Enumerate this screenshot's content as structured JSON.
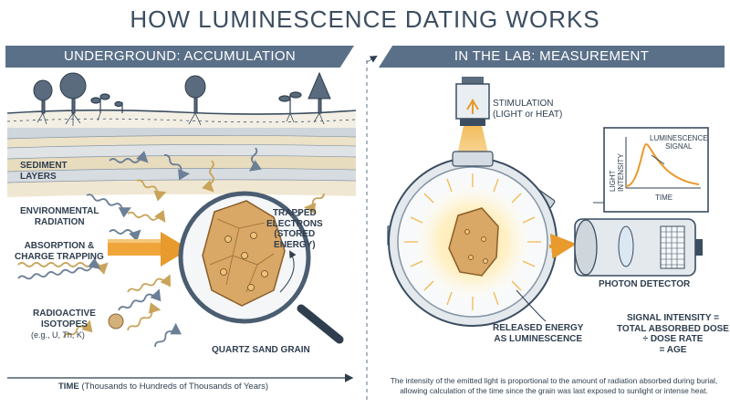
{
  "title": "HOW LUMINESCENCE DATING WORKS",
  "left_panel": {
    "banner": "UNDERGROUND: ACCUMULATION",
    "sediment_layers": "SEDIMENT\nLAYERS",
    "environmental_radiation": "ENVIRONMENTAL\nRADIATION",
    "absorption": "ABSORPTION &\nCHARGE TRAPPING",
    "radioactive_isotopes": "RADIOACTIVE\nISOTOPES",
    "isotopes_example": "(e.g., U, Th, K)",
    "trapped_electrons": "TRAPPED\nELECTRONS\n(STORED\nENERGY)",
    "quartz_grain": "QUARTZ SAND GRAIN",
    "time_label": "TIME",
    "time_detail": "(Thousands to Hundreds of Thousands of Years)"
  },
  "right_panel": {
    "banner": "IN THE LAB: MEASUREMENT",
    "stimulation": "STIMULATION\n(LIGHT or HEAT)",
    "light_intensity": "LIGHT INTENSITY",
    "luminescence_signal": "LUMINESCENCE\nSIGNAL",
    "time_axis": "TIME",
    "photon_detector": "PHOTON DETECTOR",
    "released_energy": "RELEASED ENERGY\nAS LUMINESCENCE",
    "equation": "SIGNAL INTENSITY =\nTOTAL ABSORBED DOSE\n÷ DOSE RATE\n= AGE",
    "footnote": "The intensity of the emitted light is proportional to the amount of radiation absorbed during burial, allowing calculation of the time since the grain was last exposed to sunlight or intense heat."
  },
  "colors": {
    "banner": "#5a7088",
    "accent_orange": "#e89a2c",
    "grain": "#d9a766",
    "soil": "#ece2c8",
    "wave_blue": "#6b7f96",
    "wave_gold": "#c9a45a"
  }
}
